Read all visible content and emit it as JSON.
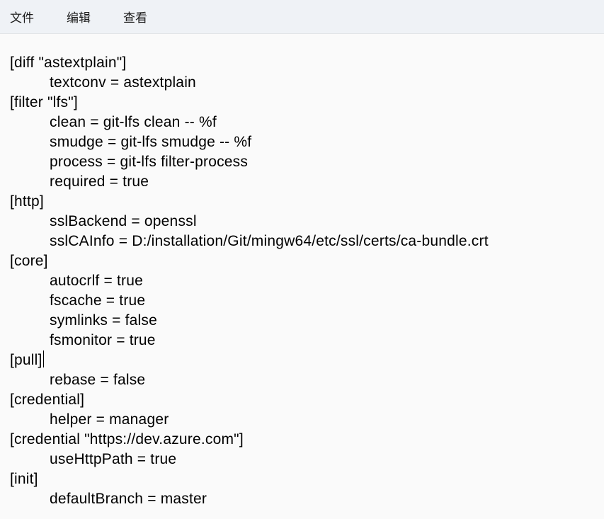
{
  "app": {
    "name": "notepad",
    "theme_colors": {
      "menubar_background": "#eff2f6",
      "menubar_divider": "#e2e4e7",
      "editor_background": "#fafafa",
      "text_color": "#000000",
      "menu_text_color": "#1b1b1b"
    }
  },
  "menu": {
    "items": [
      {
        "label": "文件"
      },
      {
        "label": "编辑"
      },
      {
        "label": "查看"
      }
    ]
  },
  "editor": {
    "lines": [
      {
        "text": "[diff \"astextplain\"]",
        "indent": 0
      },
      {
        "text": "textconv = astextplain",
        "indent": 1
      },
      {
        "text": "[filter \"lfs\"]",
        "indent": 0
      },
      {
        "text": "clean = git-lfs clean -- %f",
        "indent": 1
      },
      {
        "text": "smudge = git-lfs smudge -- %f",
        "indent": 1
      },
      {
        "text": "process = git-lfs filter-process",
        "indent": 1
      },
      {
        "text": "required = true",
        "indent": 1
      },
      {
        "text": "[http]",
        "indent": 0
      },
      {
        "text": "sslBackend = openssl",
        "indent": 1
      },
      {
        "text": "sslCAInfo = D:/installation/Git/mingw64/etc/ssl/certs/ca-bundle.crt",
        "indent": 1
      },
      {
        "text": "[core]",
        "indent": 0
      },
      {
        "text": "autocrlf = true",
        "indent": 1
      },
      {
        "text": "fscache = true",
        "indent": 1
      },
      {
        "text": "symlinks = false",
        "indent": 1
      },
      {
        "text": "fsmonitor = true",
        "indent": 1
      },
      {
        "text": "[pull]",
        "indent": 0,
        "caret": true
      },
      {
        "text": "rebase = false",
        "indent": 1
      },
      {
        "text": "[credential]",
        "indent": 0
      },
      {
        "text": "helper = manager",
        "indent": 1
      },
      {
        "text": "[credential \"https://dev.azure.com\"]",
        "indent": 0
      },
      {
        "text": "useHttpPath = true",
        "indent": 1
      },
      {
        "text": "[init]",
        "indent": 0
      },
      {
        "text": "defaultBranch = master",
        "indent": 1
      }
    ]
  }
}
